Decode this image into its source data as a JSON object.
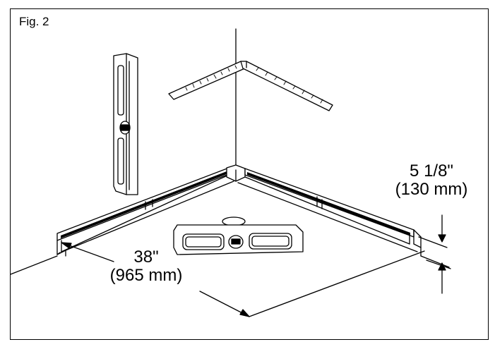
{
  "figure": {
    "label": "Fig. 2"
  },
  "dimensions": {
    "height": {
      "imperial": "5 1/8\"",
      "metric": "(130 mm)"
    },
    "width": {
      "imperial": "38\"",
      "metric": "(965 mm)"
    }
  }
}
